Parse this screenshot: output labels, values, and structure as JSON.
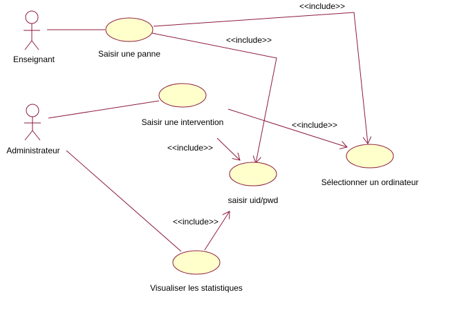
{
  "colors": {
    "line": "#8b1a3a",
    "usecase_fill": "#ffffcc",
    "text": "#000000"
  },
  "actors": {
    "enseignant": {
      "label": "Enseignant"
    },
    "administrateur": {
      "label": "Administrateur"
    }
  },
  "use_cases": {
    "saisir_panne": {
      "label": "Saisir une panne"
    },
    "saisir_intervention": {
      "label": "Saisir une intervention"
    },
    "saisir_uid": {
      "label": "saisir uid/pwd"
    },
    "selectionner_ordinateur": {
      "label": "Sélectionner un ordinateur"
    },
    "visualiser_stats": {
      "label": "Visualiser les statistiques"
    }
  },
  "relations": {
    "include_label": "<<include>>"
  }
}
